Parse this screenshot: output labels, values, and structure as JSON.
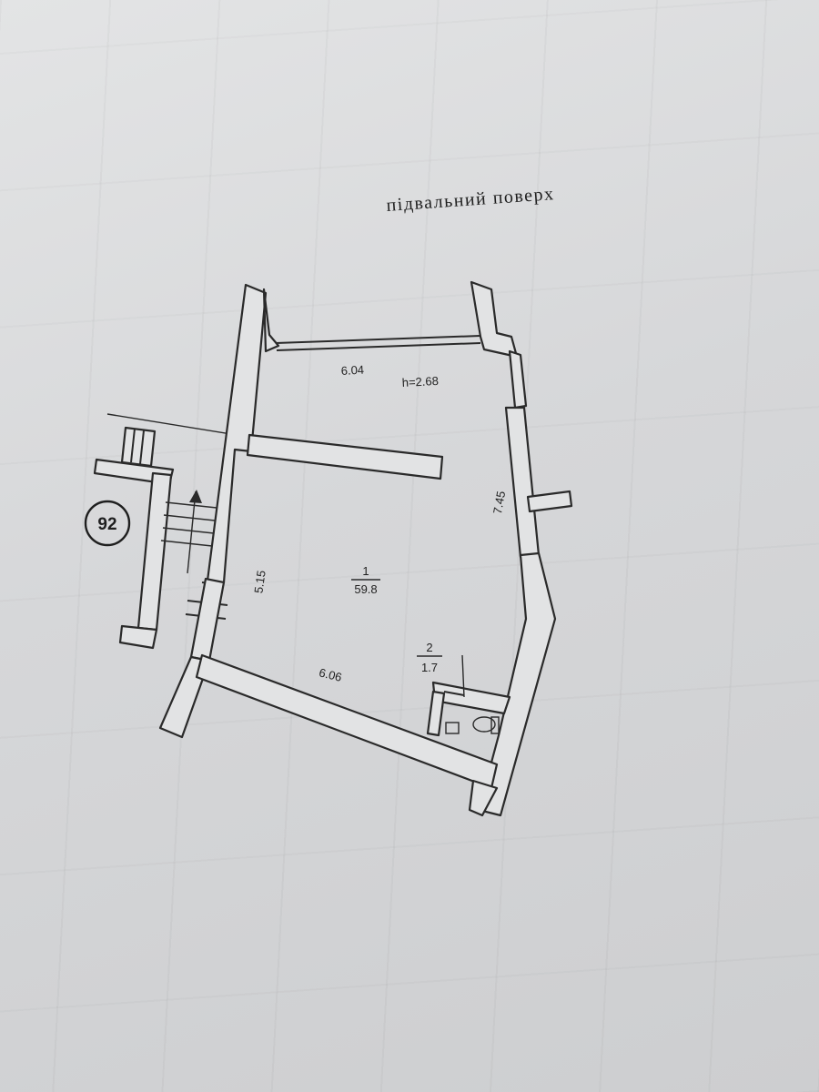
{
  "floor_title": "підвальний поверх",
  "building_number": "92",
  "ceiling_height": "h=2.68",
  "dimensions": {
    "top": "6.04",
    "right": "7.45",
    "left": "5.15",
    "bottom": "6.06"
  },
  "rooms": [
    {
      "number": "1",
      "area": "59.8"
    },
    {
      "number": "2",
      "area": "1.7"
    }
  ]
}
